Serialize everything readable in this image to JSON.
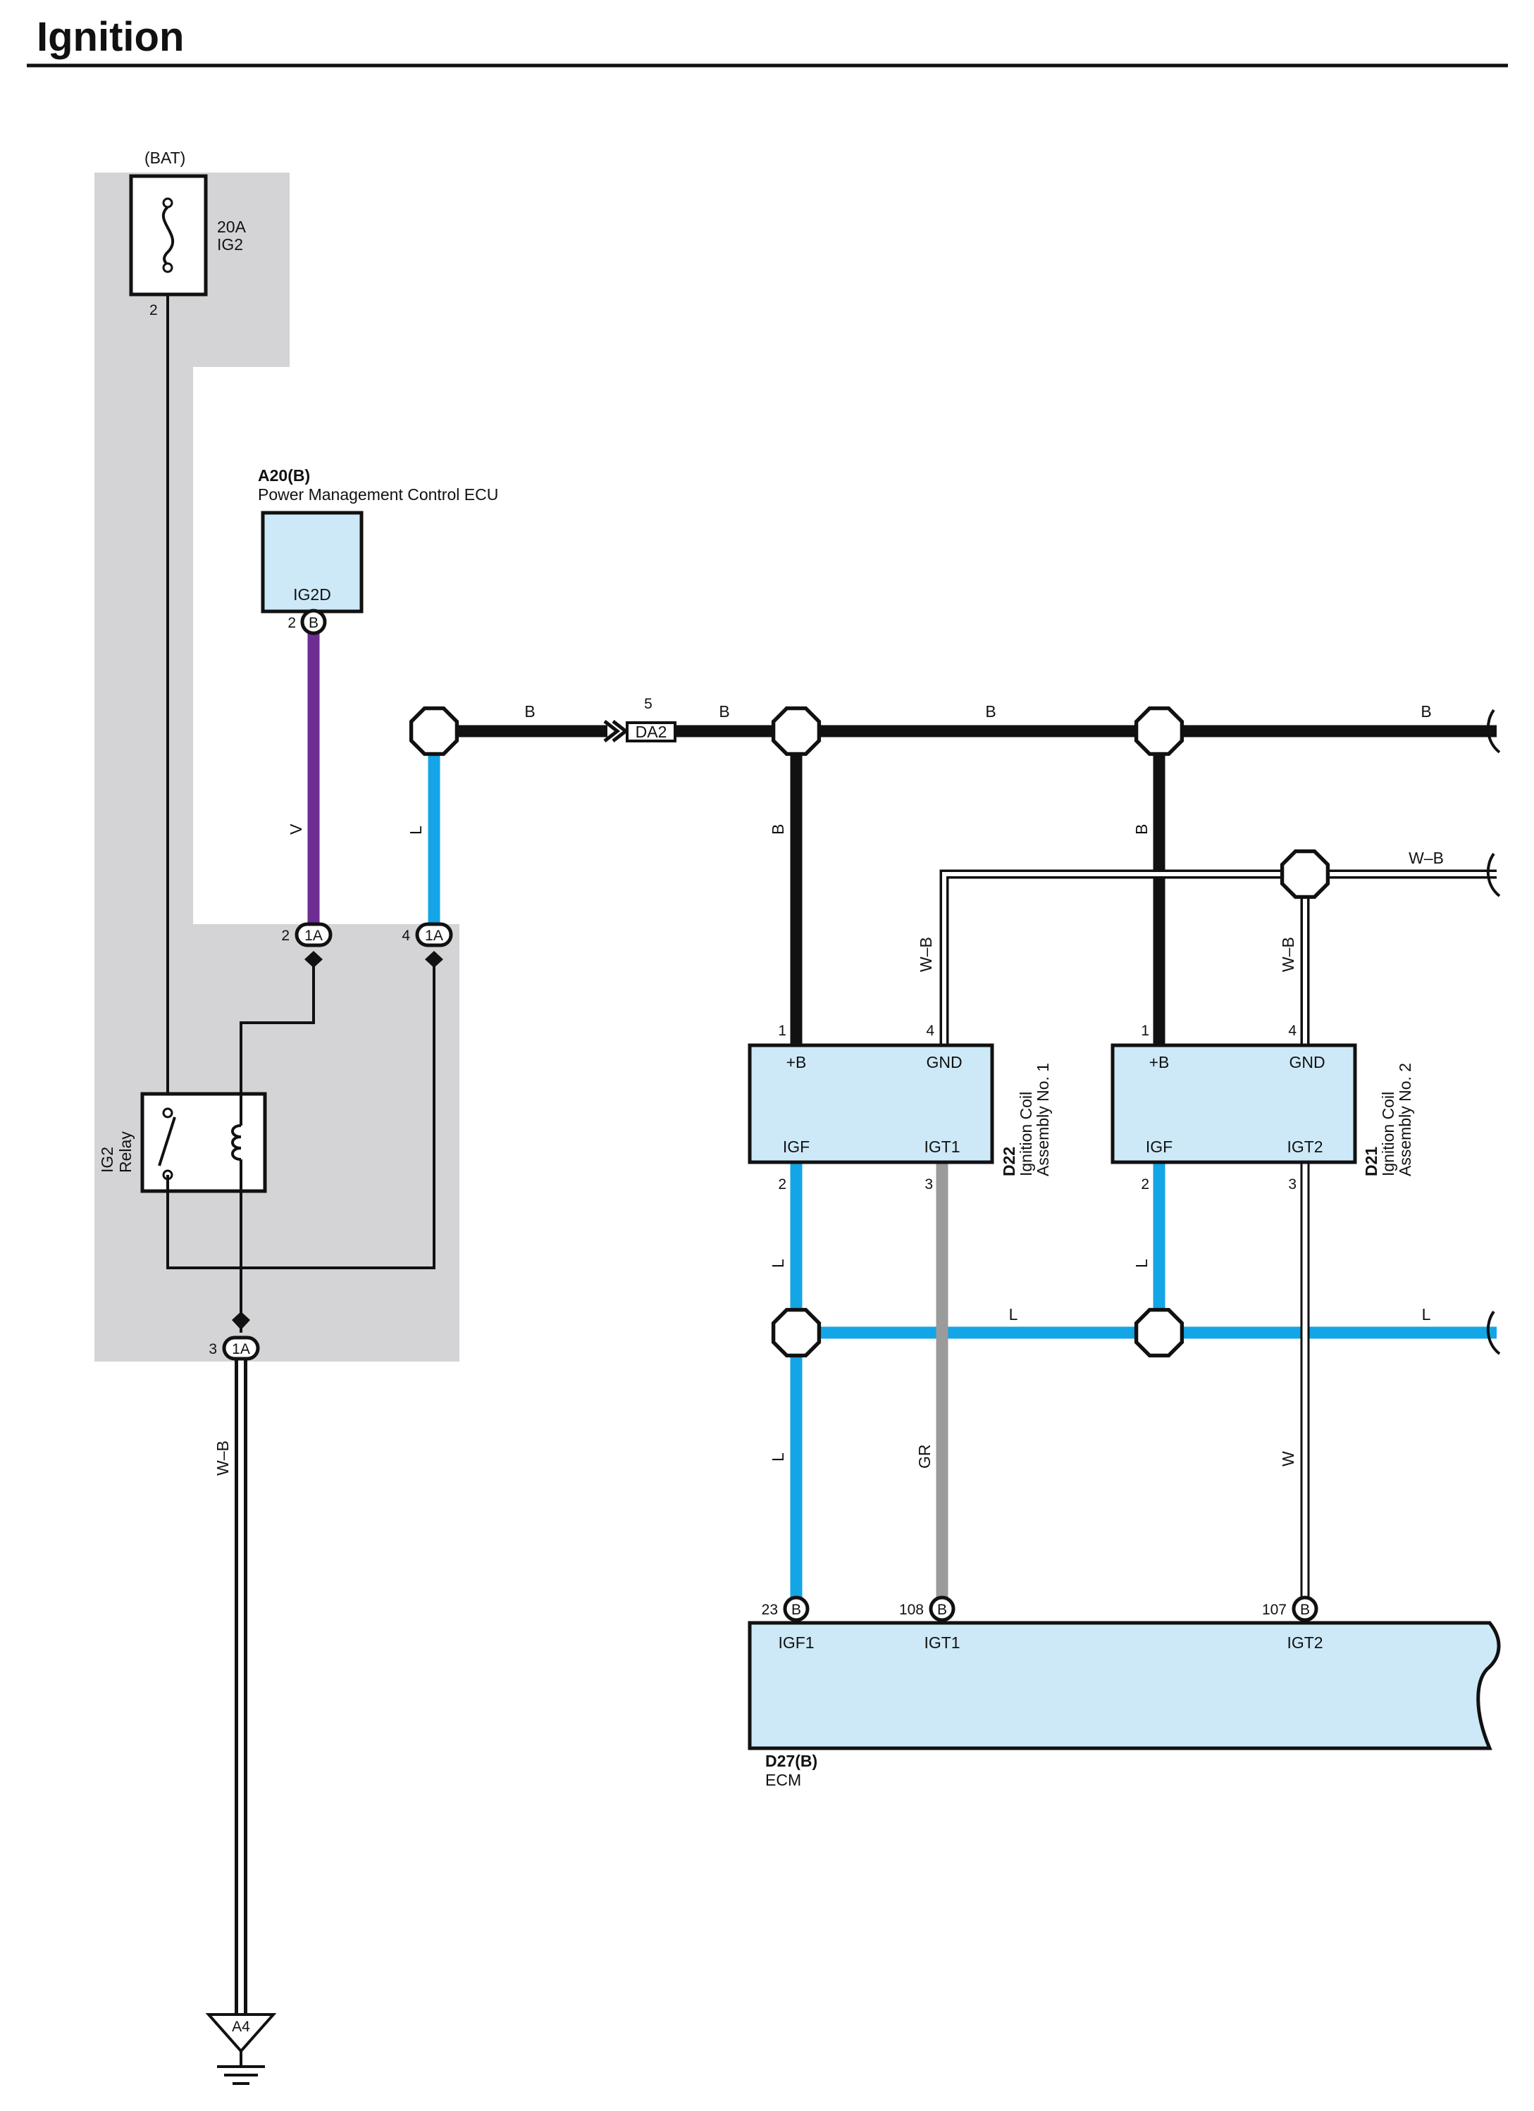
{
  "title": "Ignition",
  "colors": {
    "battery_area": "#d4d4d6",
    "component_fill": "#cde9f8",
    "wire_black": "#111111",
    "wire_blue": "#14a5e6",
    "wire_violet": "#6e2d93",
    "wire_gray": "#9b9b9b",
    "wire_white": "#ffffff"
  },
  "fuse": {
    "source": "(BAT)",
    "rating": "20A",
    "name": "IG2",
    "pin": "2"
  },
  "relay": {
    "name_line1": "IG2",
    "name_line2": "Relay"
  },
  "power_ecu": {
    "code": "A20(B)",
    "name": "Power Management Control ECU",
    "terminal": "IG2D",
    "pin": "2",
    "conn": "B"
  },
  "junction_pins": [
    {
      "pin": "2",
      "conn": "1A"
    },
    {
      "pin": "4",
      "conn": "1A"
    },
    {
      "pin": "3",
      "conn": "1A"
    }
  ],
  "wires": {
    "v": "V",
    "l": "L",
    "b": "B",
    "wb": "W–B",
    "gr": "GR",
    "w": "W"
  },
  "splice": {
    "pin": "5",
    "name": "DA2"
  },
  "coil1": {
    "code": "D22",
    "name_line1": "Ignition Coil",
    "name_line2": "Assembly No. 1",
    "terminals": {
      "b": "+B",
      "gnd": "GND",
      "igf": "IGF",
      "igt": "IGT1"
    },
    "pins": {
      "b": "1",
      "gnd": "4",
      "igf": "2",
      "igt": "3"
    }
  },
  "coil2": {
    "code": "D21",
    "name_line1": "Ignition Coil",
    "name_line2": "Assembly No. 2",
    "terminals": {
      "b": "+B",
      "gnd": "GND",
      "igf": "IGF",
      "igt": "IGT2"
    },
    "pins": {
      "b": "1",
      "gnd": "4",
      "igf": "2",
      "igt": "3"
    }
  },
  "ecm": {
    "code": "D27(B)",
    "name": "ECM",
    "terminals": [
      {
        "pin": "23",
        "conn": "B",
        "name": "IGF1"
      },
      {
        "pin": "108",
        "conn": "B",
        "name": "IGT1"
      },
      {
        "pin": "107",
        "conn": "B",
        "name": "IGT2"
      }
    ]
  },
  "ground": {
    "name": "A4"
  }
}
